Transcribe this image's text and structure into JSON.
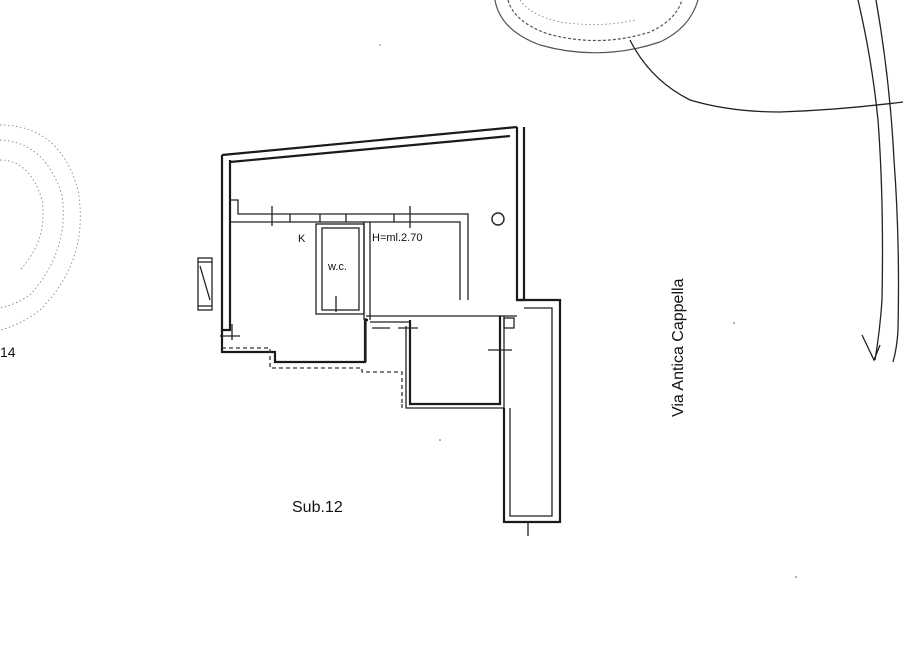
{
  "labels": {
    "kitchen": "K",
    "wc": "w.c.",
    "height": "H=ml.2.70",
    "sub": "Sub.12",
    "street": "Via Antica Cappella",
    "neighbor": "14"
  },
  "icons": [
    "stamp-seal-icon",
    "circle-marker-icon"
  ]
}
